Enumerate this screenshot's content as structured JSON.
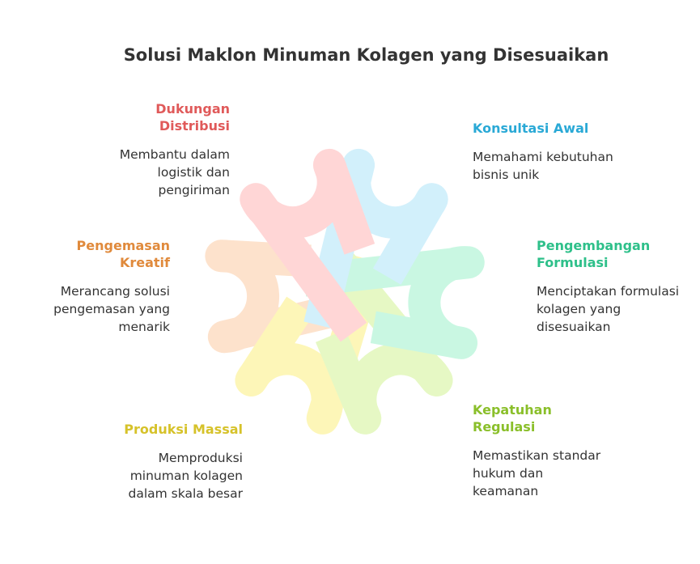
{
  "title": "Solusi Maklon Minuman Kolagen yang Disesuaikan",
  "sections": {
    "dukungan": {
      "heading": "Dukungan Distribusi",
      "desc": "Membantu dalam logistik dan pengiriman",
      "color": "#e05a5a",
      "shape_color": "#ffd6d6"
    },
    "konsultasi": {
      "heading": "Konsultasi Awal",
      "desc": "Memahami kebutuhan bisnis unik",
      "color": "#2aa9d6",
      "shape_color": "#d2f0fb"
    },
    "pengemasan": {
      "heading": "Pengemasan Kreatif",
      "desc": "Merancang solusi pengemasan yang menarik",
      "color": "#e08a3c",
      "shape_color": "#fde2cc"
    },
    "pengembangan": {
      "heading": "Pengembangan Formulasi",
      "desc": "Menciptakan formulasi kolagen yang disesuaikan",
      "color": "#2ec08a",
      "shape_color": "#c9f7e2"
    },
    "produksi": {
      "heading": "Produksi Massal",
      "desc": "Memproduksi minuman kolagen dalam skala besar",
      "color": "#d6c22a",
      "shape_color": "#fdf6b8"
    },
    "kepatuhan": {
      "heading": "Kepatuhan Regulasi",
      "desc": "Memastikan standar hukum dan keamanan",
      "color": "#8abf2a",
      "shape_color": "#e6f8c4"
    }
  }
}
